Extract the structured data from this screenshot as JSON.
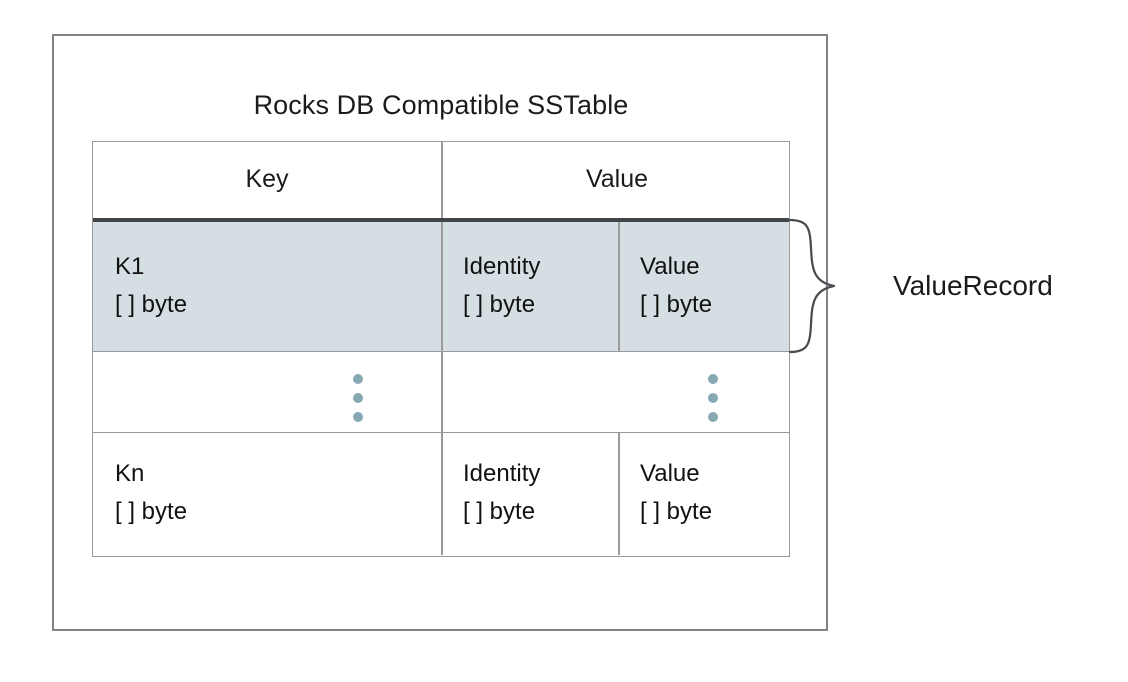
{
  "diagram": {
    "title": "Rocks DB Compatible SSTable",
    "annotation": {
      "label": "ValueRecord",
      "brace_icon": "curly-brace-right-icon"
    },
    "colors": {
      "highlight_row_bg": "#d5dfe3",
      "header_rule": "#414449",
      "table_border": "#9a9a9a",
      "outer_frame": "#848484",
      "ellipsis_dot": "#86a8b3",
      "text": "#1b1b1b"
    },
    "table": {
      "headers": [
        {
          "label": "Key"
        },
        {
          "label": "Value"
        }
      ],
      "rows": [
        {
          "kind": "record",
          "highlighted": true,
          "key": {
            "name": "K1",
            "type": "[ ] byte"
          },
          "identity": {
            "name": "Identity",
            "type": "[ ] byte"
          },
          "value": {
            "name": "Value",
            "type": "[ ] byte"
          }
        },
        {
          "kind": "ellipsis",
          "key_ellipsis": "vertical-ellipsis",
          "value_ellipsis": "vertical-ellipsis"
        },
        {
          "kind": "record",
          "highlighted": false,
          "key": {
            "name": "Kn",
            "type": "[ ] byte"
          },
          "identity": {
            "name": "Identity",
            "type": "[ ] byte"
          },
          "value": {
            "name": "Value",
            "type": "[ ] byte"
          }
        }
      ]
    }
  }
}
